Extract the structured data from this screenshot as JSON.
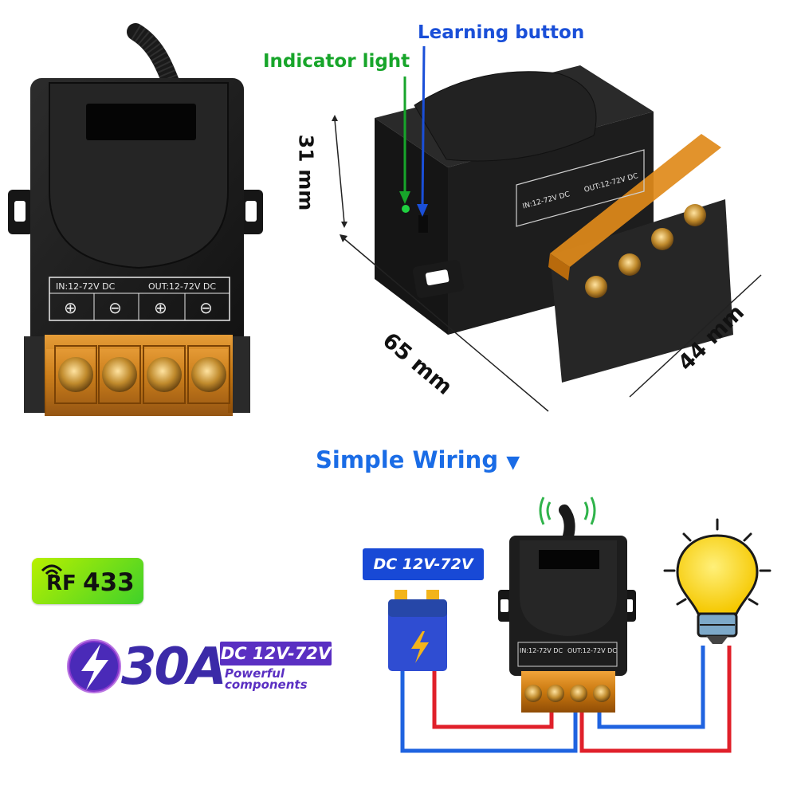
{
  "annotations": {
    "learning_button": "Learning button",
    "indicator_light": "Indicator light",
    "height": "31 mm",
    "length": "65 mm",
    "width": "44 mm"
  },
  "panel": {
    "input": "IN:12-72V DC",
    "output": "OUT:12-72V DC",
    "terminal_symbols": [
      "⊕",
      "⊖",
      "⊕",
      "⊖"
    ]
  },
  "wiring": {
    "heading": "Simple Wiring",
    "supply_label": "DC 12V-72V"
  },
  "badge": {
    "rf_prefix": "RF",
    "rf_value": "433"
  },
  "rating": {
    "current": "30A",
    "voltage": "DC 12V-72V",
    "line1": "Powerful",
    "line2": "components"
  },
  "colors": {
    "learning_blue": "#1a4fd8",
    "indicator_green": "#17a52a",
    "wire_red": "#e0202a",
    "wire_blue": "#1f63e0",
    "terminal_amber": "#d98a16",
    "housing_black": "#1c1c1c"
  }
}
